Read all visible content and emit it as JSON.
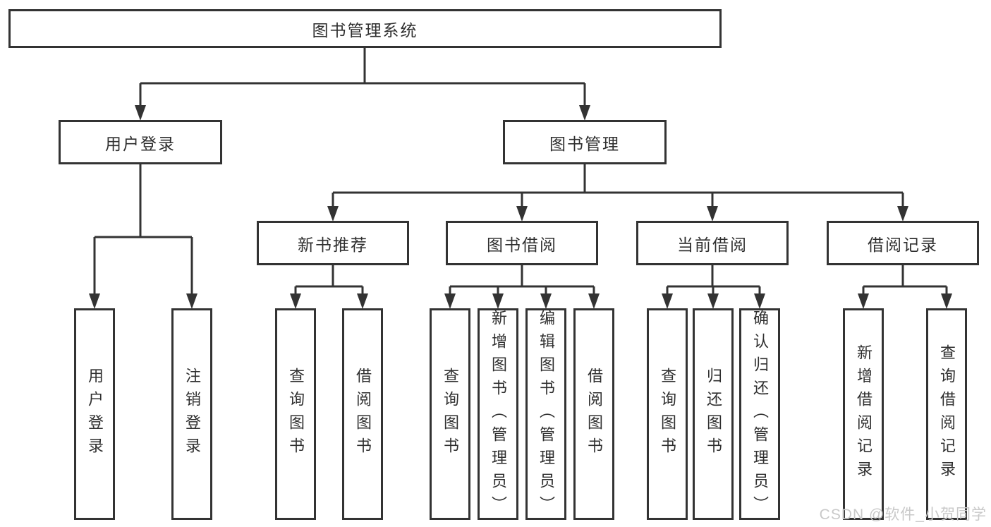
{
  "colors": {
    "stroke": "#333333",
    "background": "#ffffff",
    "text": "#2f2f2f",
    "watermark": "#c9c9c9"
  },
  "watermark": "CSDN @软件_小贺同学",
  "diagram": {
    "root": {
      "label": "图书管理系统"
    },
    "branches": [
      {
        "label": "用户登录",
        "children": [
          {
            "label": "用户登录"
          },
          {
            "label": "注销登录"
          }
        ]
      },
      {
        "label": "图书管理",
        "children": [
          {
            "label": "新书推荐",
            "children": [
              {
                "label": "查询图书"
              },
              {
                "label": "借阅图书"
              }
            ]
          },
          {
            "label": "图书借阅",
            "children": [
              {
                "label": "查询图书"
              },
              {
                "label": "新增图书（管理员）"
              },
              {
                "label": "编辑图书（管理员）"
              },
              {
                "label": "借阅图书"
              }
            ]
          },
          {
            "label": "当前借阅",
            "children": [
              {
                "label": "查询图书"
              },
              {
                "label": "归还图书"
              },
              {
                "label": "确认归还（管理员）"
              }
            ]
          },
          {
            "label": "借阅记录",
            "children": [
              {
                "label": "新增借阅记录"
              },
              {
                "label": "查询借阅记录"
              }
            ]
          }
        ]
      }
    ]
  }
}
